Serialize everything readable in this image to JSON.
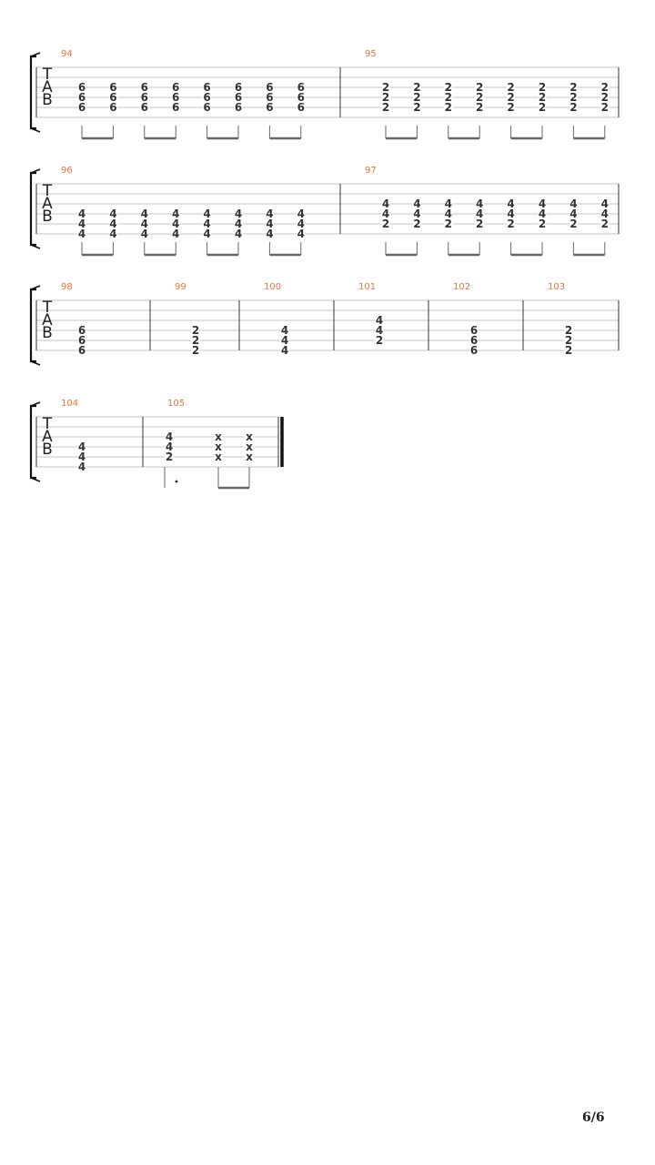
{
  "page": {
    "number": "6/6"
  },
  "colors": {
    "bar_number": "#e8743b",
    "staff_line": "#c4c4c4",
    "ink": "#333333",
    "stem": "#666666"
  },
  "clef": [
    "T",
    "A",
    "B"
  ],
  "systems": [
    {
      "measures": [
        {
          "number": "94",
          "chords": [
            [
              "6",
              "6",
              "6"
            ],
            [
              "6",
              "6",
              "6"
            ],
            [
              "6",
              "6",
              "6"
            ],
            [
              "6",
              "6",
              "6"
            ],
            [
              "6",
              "6",
              "6"
            ],
            [
              "6",
              "6",
              "6"
            ],
            [
              "6",
              "6",
              "6"
            ],
            [
              "6",
              "6",
              "6"
            ]
          ],
          "top_string": 3,
          "beams": "pairs"
        },
        {
          "number": "95",
          "chords": [
            [
              "2",
              "2",
              "2"
            ],
            [
              "2",
              "2",
              "2"
            ],
            [
              "2",
              "2",
              "2"
            ],
            [
              "2",
              "2",
              "2"
            ],
            [
              "2",
              "2",
              "2"
            ],
            [
              "2",
              "2",
              "2"
            ],
            [
              "2",
              "2",
              "2"
            ],
            [
              "2",
              "2",
              "2"
            ]
          ],
          "top_string": 3,
          "beams": "pairs"
        }
      ]
    },
    {
      "measures": [
        {
          "number": "96",
          "chords": [
            [
              "4",
              "4",
              "4"
            ],
            [
              "4",
              "4",
              "4"
            ],
            [
              "4",
              "4",
              "4"
            ],
            [
              "4",
              "4",
              "4"
            ],
            [
              "4",
              "4",
              "4"
            ],
            [
              "4",
              "4",
              "4"
            ],
            [
              "4",
              "4",
              "4"
            ],
            [
              "4",
              "4",
              "4"
            ]
          ],
          "top_string": 4,
          "beams": "pairs"
        },
        {
          "number": "97",
          "chords": [
            [
              "4",
              "4",
              "2"
            ],
            [
              "4",
              "4",
              "2"
            ],
            [
              "4",
              "4",
              "2"
            ],
            [
              "4",
              "4",
              "2"
            ],
            [
              "4",
              "4",
              "2"
            ],
            [
              "4",
              "4",
              "2"
            ],
            [
              "4",
              "4",
              "2"
            ],
            [
              "4",
              "4",
              "2"
            ]
          ],
          "top_string": 3,
          "beams": "pairs"
        }
      ]
    },
    {
      "measures": [
        {
          "number": "98",
          "chords": [
            [
              "6",
              "6",
              "6"
            ]
          ],
          "top_string": 4,
          "beams": "none"
        },
        {
          "number": "99",
          "chords": [
            [
              "2",
              "2",
              "2"
            ]
          ],
          "top_string": 4,
          "beams": "none"
        },
        {
          "number": "100",
          "chords": [
            [
              "4",
              "4",
              "4"
            ]
          ],
          "top_string": 4,
          "beams": "none"
        },
        {
          "number": "101",
          "chords": [
            [
              "4",
              "4",
              "2"
            ]
          ],
          "top_string": 3,
          "beams": "none"
        },
        {
          "number": "102",
          "chords": [
            [
              "6",
              "6",
              "6"
            ]
          ],
          "top_string": 4,
          "beams": "none"
        },
        {
          "number": "103",
          "chords": [
            [
              "2",
              "2",
              "2"
            ]
          ],
          "top_string": 4,
          "beams": "none"
        }
      ]
    },
    {
      "measures": [
        {
          "number": "104",
          "chords": [
            [
              "4",
              "4",
              "4"
            ]
          ],
          "top_string": 4,
          "beams": "none"
        },
        {
          "number": "105",
          "chords": [
            [
              "4",
              "4",
              "2"
            ],
            [
              "x",
              "x",
              "x"
            ],
            [
              "x",
              "x",
              "x"
            ]
          ],
          "top_string": 3,
          "beams": "dotted-then-pair",
          "final_barline": true
        }
      ]
    }
  ]
}
